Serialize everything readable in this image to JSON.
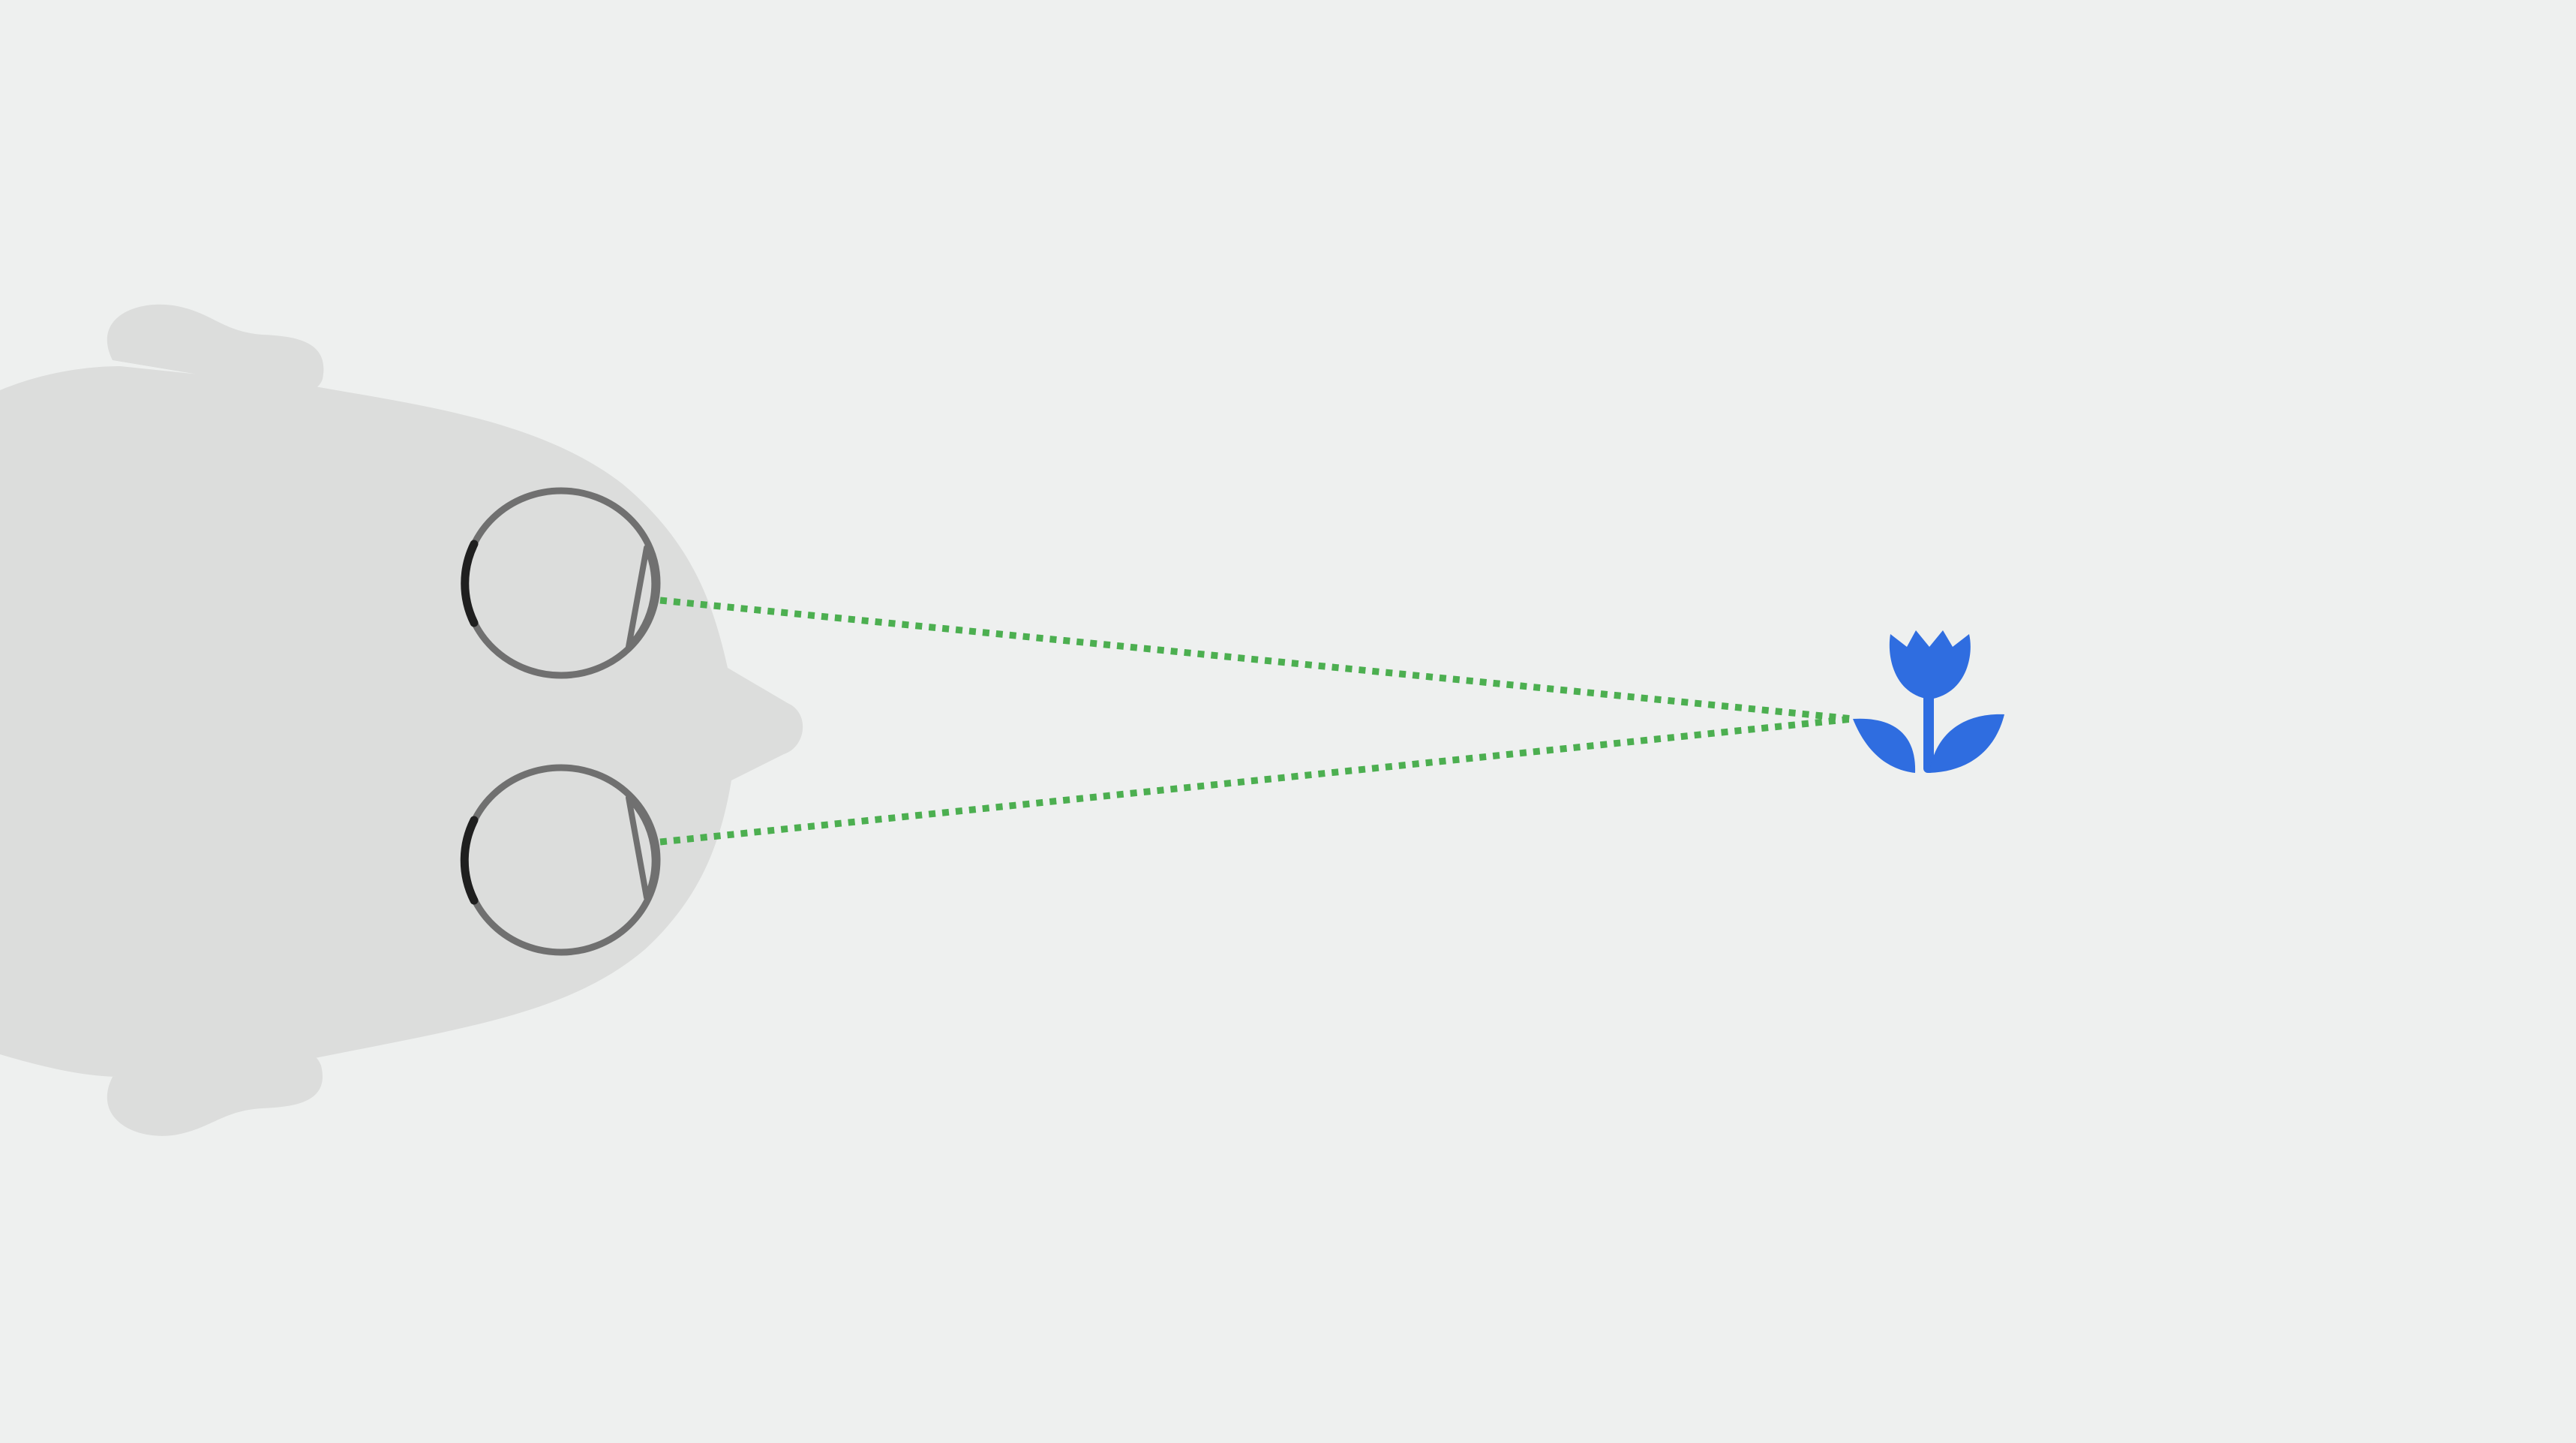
{
  "colors": {
    "background": "#eef0ef",
    "head": "#dcdddc",
    "eye_outline": "#707070",
    "eye_back": "#1f1f1f",
    "sight_line": "#4caf50",
    "flower": "#2f6de0"
  },
  "diagram": {
    "head_icon": "head-top-view",
    "eyes": [
      "eye-upper",
      "eye-lower"
    ],
    "target_icon": "tulip-icon",
    "line_style": "dotted"
  }
}
